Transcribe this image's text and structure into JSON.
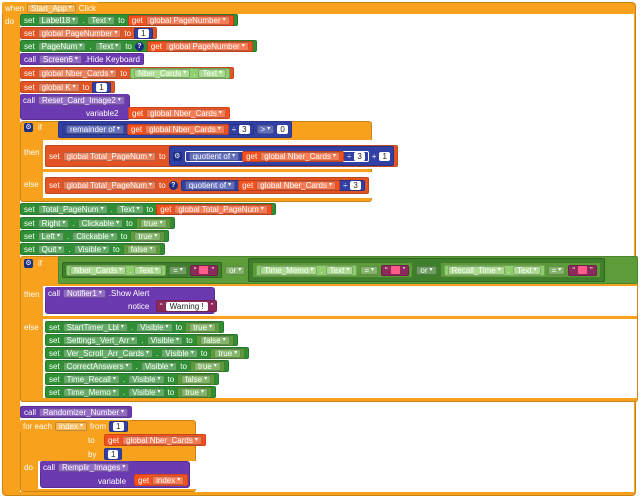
{
  "event": {
    "when": "when",
    "component": "Start_App",
    "event": "Click",
    "do": "do"
  },
  "kw": {
    "set": "set",
    "to": "to",
    "get": "get",
    "call": "call",
    "if": "if",
    "then": "then",
    "else": "else",
    "or": "or",
    "eq": "=",
    "gt": ">",
    "plus": "+",
    "notice": "notice",
    "variable": "variable",
    "variable2": "variable2",
    "foreach": "for each",
    "from": "from",
    "by": "by",
    "do": "do",
    "remainder": "remainder of",
    "quotient": "quotient of"
  },
  "lines": {
    "l1": {
      "comp": "Label18",
      "prop": "Text",
      "var": "global PageNumber"
    },
    "l2": {
      "var": "global PageNumber",
      "val": "1"
    },
    "l3": {
      "comp": "PageNum",
      "prop": "Text",
      "var": "global PageNumber"
    },
    "l4": {
      "comp": "Screen6",
      "method": ".Hide Keyboard"
    },
    "l5": {
      "var": "global Nber_Cards",
      "comp": "Nber_Cards",
      "prop": "Text"
    },
    "l6": {
      "var": "global K",
      "val": "1"
    },
    "l7": {
      "proc": "Reset_Card_Image2",
      "arg": "global Nber_Cards"
    },
    "if1": {
      "var": "global Nber_Cards",
      "num1": "3",
      "num2": "0",
      "tvar": "global Total_PageNum",
      "qvar": "global Nber_Cards",
      "qnum": "3",
      "add": "1",
      "evar": "global Total_PageNum",
      "eqvar": "global Nber_Cards",
      "enum": "3"
    },
    "l8": {
      "comp": "Total_PageNum",
      "prop": "Text",
      "var": "global Total_PageNum"
    },
    "l9": {
      "comp": "Right",
      "prop": "Clickable",
      "val": "true"
    },
    "l10": {
      "comp": "Left",
      "prop": "Clickable",
      "val": "true"
    },
    "l11": {
      "comp": "Quit",
      "prop": "Visible",
      "val": "false"
    },
    "if2": {
      "c1": "Nber_Cards",
      "c2": "Time_Memo",
      "c3": "Recall_Time",
      "prop": "Text",
      "notifier": "Notifier1",
      "alert": ".Show Alert",
      "msg": "Warning !"
    },
    "elseSets": [
      {
        "comp": "StartTimer_Lbl",
        "prop": "Visible",
        "val": "true"
      },
      {
        "comp": "Settings_Vert_Arr",
        "prop": "Visible",
        "val": "false"
      },
      {
        "comp": "Ver_Scroll_Arr_Cards",
        "prop": "Visible",
        "val": "true"
      },
      {
        "comp": "CorrectAnswers",
        "prop": "Visible",
        "val": "true"
      },
      {
        "comp": "Time_Recall",
        "prop": "Visible",
        "val": "false"
      },
      {
        "comp": "Time_Memo",
        "prop": "Visible",
        "val": "true"
      }
    ],
    "l12": {
      "proc": "Randomizer_Number"
    },
    "loop": {
      "var": "index",
      "from": "1",
      "to": "global Nber_Cards",
      "by": "1",
      "proc": "Remplir_Images",
      "arg": "index"
    }
  },
  "colors": {
    "event": "#f7a11c",
    "set": "#2f8f34",
    "get": "#f4511e",
    "call": "#6c3ab0",
    "math": "#3240a6",
    "logic": "#5c9d3a",
    "text": "#8b2a5b"
  }
}
